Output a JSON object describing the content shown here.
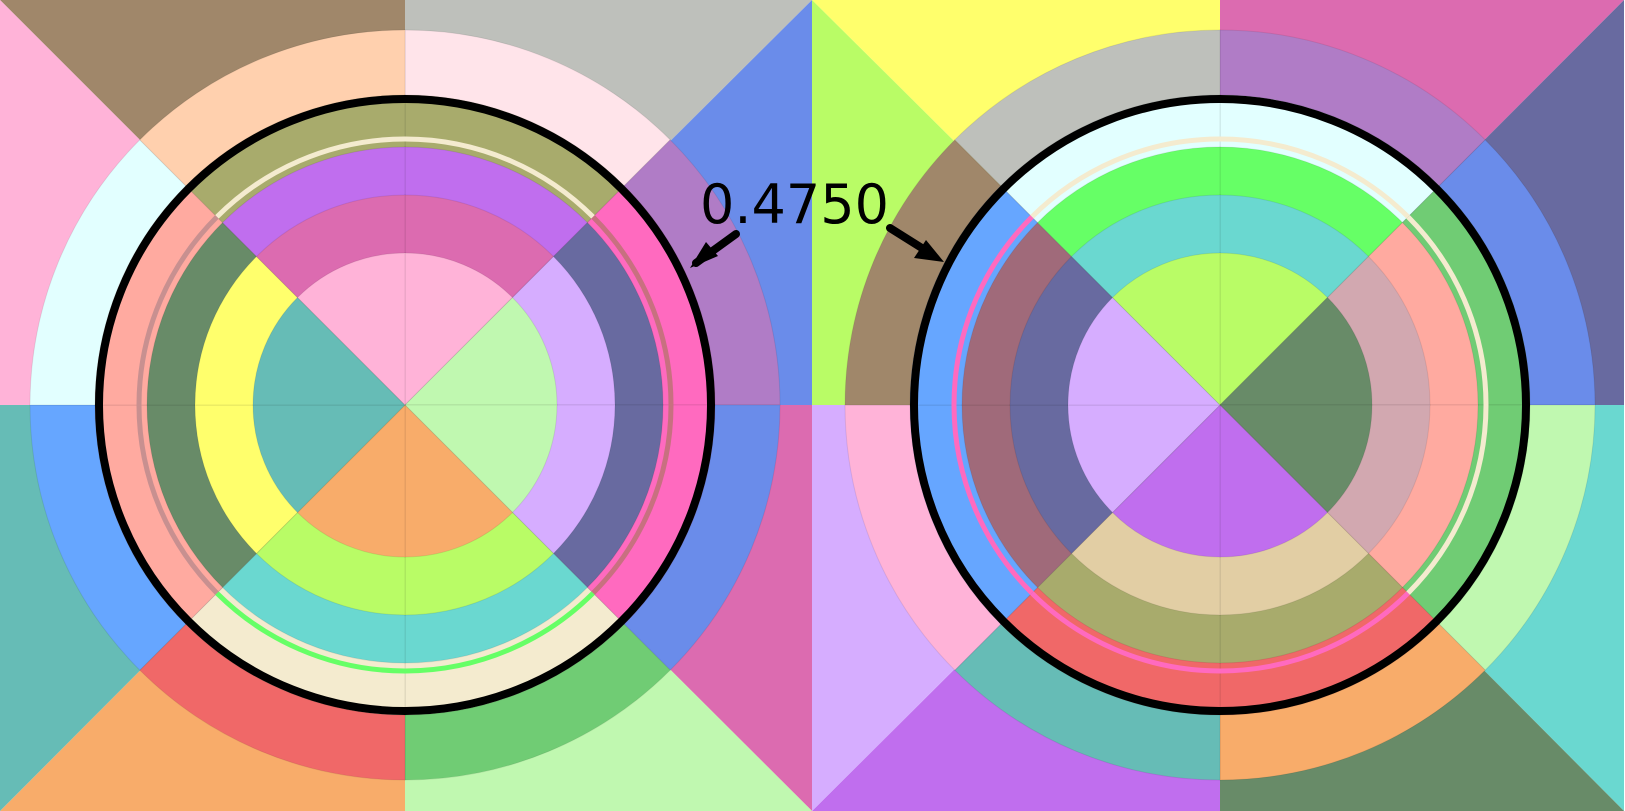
{
  "readout": {
    "value": "0.4750"
  },
  "panels": [
    {
      "name": "left",
      "background": [
        "#a0876a",
        "#bec0bb",
        "#6a8cea",
        "#dc6bb0",
        "#c0f8b0",
        "#f8ac6a",
        "#66bcb6",
        "#ffb3d8"
      ],
      "rings": [
        [
          "#ffe4ea",
          "#b07cc6",
          "#6a8cea",
          "#70cc74",
          "#f06868",
          "#66a6ff",
          "#e2ffff",
          "#ffd0ae"
        ],
        [
          "#a8ab6c",
          "#ff6abf",
          "#ff6abf",
          "#f4ebcf",
          "#f4ebcf",
          "#ffaaa0",
          "#ffaaa0",
          "#a8ab6c"
        ],
        [
          "#c06eee",
          "#686aa0",
          "#686aa0",
          "#6ad8d0",
          "#6ad8d0",
          "#688b68",
          "#688b68",
          "#c06eee"
        ],
        [
          "#dc6bb0",
          "#d6adff",
          "#d6adff",
          "#b9fc66",
          "#b9fc66",
          "#ffff6c",
          "#ffff6c",
          "#dc6bb0"
        ],
        [
          "#ffb3d8",
          "#c0f8b0",
          "#c0f8b0",
          "#f8ac6a",
          "#f8ac6a",
          "#66bcb6",
          "#66bcb6",
          "#ffb3d8"
        ]
      ],
      "thin_ring": [
        "#f4ebcf",
        "#c87080",
        "#66ff66",
        "#c89090"
      ]
    },
    {
      "name": "right",
      "background": [
        "#ffff6c",
        "#dc6bb0",
        "#686aa0",
        "#6ad8d0",
        "#688b68",
        "#c06eee",
        "#d6adff",
        "#b9fc66"
      ],
      "rings": [
        [
          "#b07cc6",
          "#6a8cea",
          "#c0f8b0",
          "#f8ac6a",
          "#66bcb6",
          "#ffb3d8",
          "#a0876a",
          "#bec0bb"
        ],
        [
          "#e2ffff",
          "#70cc74",
          "#70cc74",
          "#f06868",
          "#f06868",
          "#66a6ff",
          "#66a6ff",
          "#e2ffff"
        ],
        [
          "#66ff66",
          "#ffaaa0",
          "#ffaaa0",
          "#a8ab6c",
          "#a8ab6c",
          "#a06a7a",
          "#a06a7a",
          "#66ff66"
        ],
        [
          "#6ad8d0",
          "#d2a8b0",
          "#d2a8b0",
          "#e2cea4",
          "#e2cea4",
          "#686aa0",
          "#686aa0",
          "#6ad8d0"
        ],
        [
          "#b9fc66",
          "#688b68",
          "#688b68",
          "#c06eee",
          "#c06eee",
          "#d6adff",
          "#d6adff",
          "#b9fc66"
        ]
      ],
      "thin_ring": [
        "#f4ebcf",
        "#f4ebcf",
        "#ff6abf",
        "#ff6abf"
      ]
    }
  ]
}
